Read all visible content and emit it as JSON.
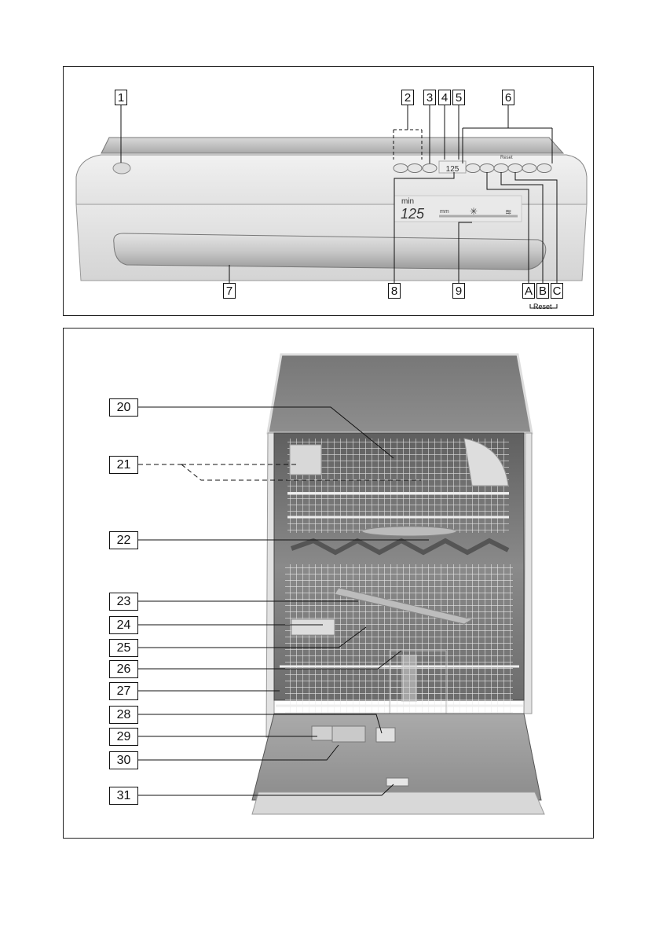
{
  "top_figure": {
    "callouts": [
      "1",
      "2",
      "3",
      "4",
      "5",
      "6",
      "7",
      "8",
      "9",
      "A",
      "B",
      "C"
    ],
    "reset_label": "Reset",
    "panel_printed_reset": "Reset",
    "display": {
      "unit": "min",
      "time_value": "125",
      "small_display_value": "125"
    }
  },
  "bottom_figure": {
    "callouts": [
      "20",
      "21",
      "22",
      "23",
      "24",
      "25",
      "26",
      "27",
      "28",
      "29",
      "30",
      "31"
    ]
  }
}
